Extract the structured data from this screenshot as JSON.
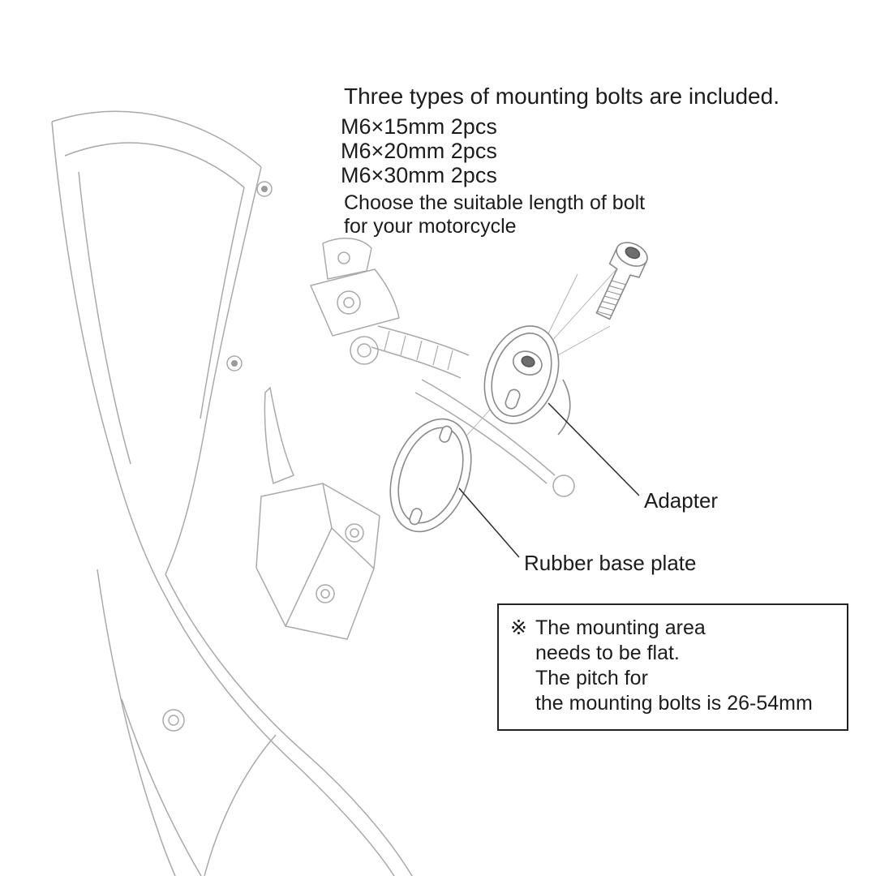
{
  "title": "Three types of mounting bolts are included.",
  "bolt_specs": [
    "M6×15mm 2pcs",
    "M6×20mm 2pcs",
    "M6×30mm 2pcs"
  ],
  "instructions": {
    "line1": "Choose the suitable length of bolt",
    "line2": "for your motorcycle"
  },
  "labels": {
    "adapter": "Adapter",
    "rubber_base_plate": "Rubber base plate"
  },
  "note": {
    "symbol": "※",
    "lines": [
      "The mounting area",
      "needs to be flat.",
      "The pitch for",
      "the mounting bolts is 26-54mm"
    ]
  },
  "colors": {
    "text": "#1c1c1c",
    "sketch_line": "#a9a9a9",
    "part_line": "#8a8a8a",
    "leader_line": "#2a2a2a",
    "note_border": "#222222"
  }
}
